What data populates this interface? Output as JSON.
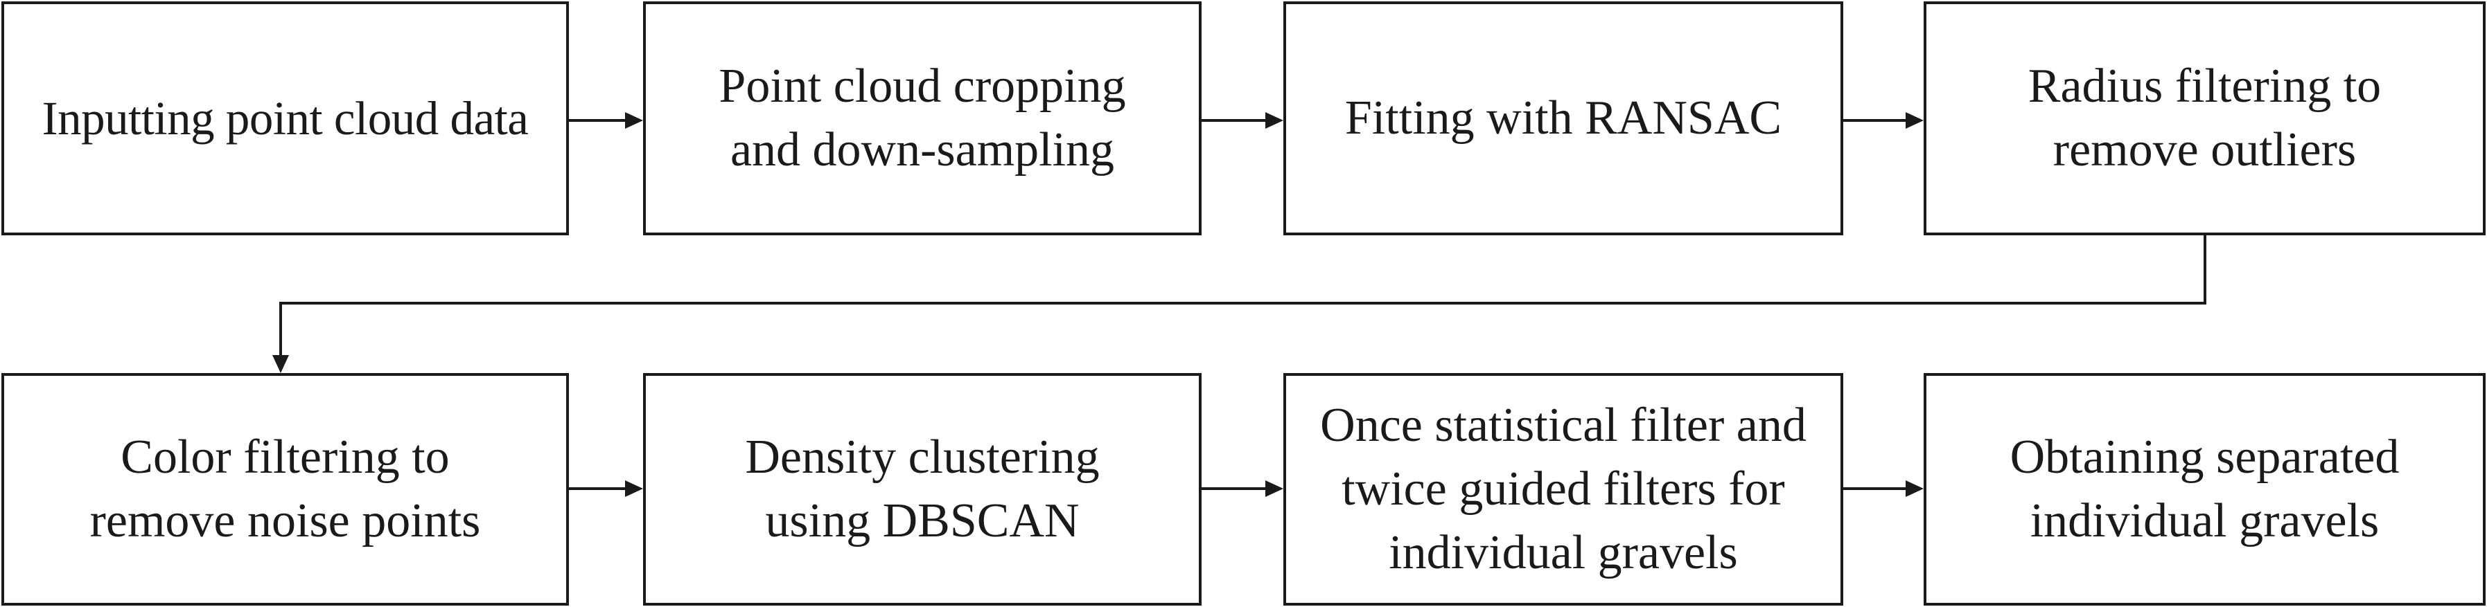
{
  "diagram": {
    "steps": [
      {
        "label": "Inputting point cloud data"
      },
      {
        "label": "Point cloud cropping\nand down-sampling"
      },
      {
        "label": "Fitting with RANSAC"
      },
      {
        "label": "Radius filtering to\nremove outliers"
      },
      {
        "label": "Color filtering to\nremove noise points"
      },
      {
        "label": "Density clustering\nusing DBSCAN"
      },
      {
        "label": "Once statistical filter and\ntwice guided filters for\nindividual gravels"
      },
      {
        "label": "Obtaining separated\nindividual gravels"
      }
    ],
    "colors": {
      "stroke": "#1a1a1a",
      "background": "#ffffff"
    }
  }
}
